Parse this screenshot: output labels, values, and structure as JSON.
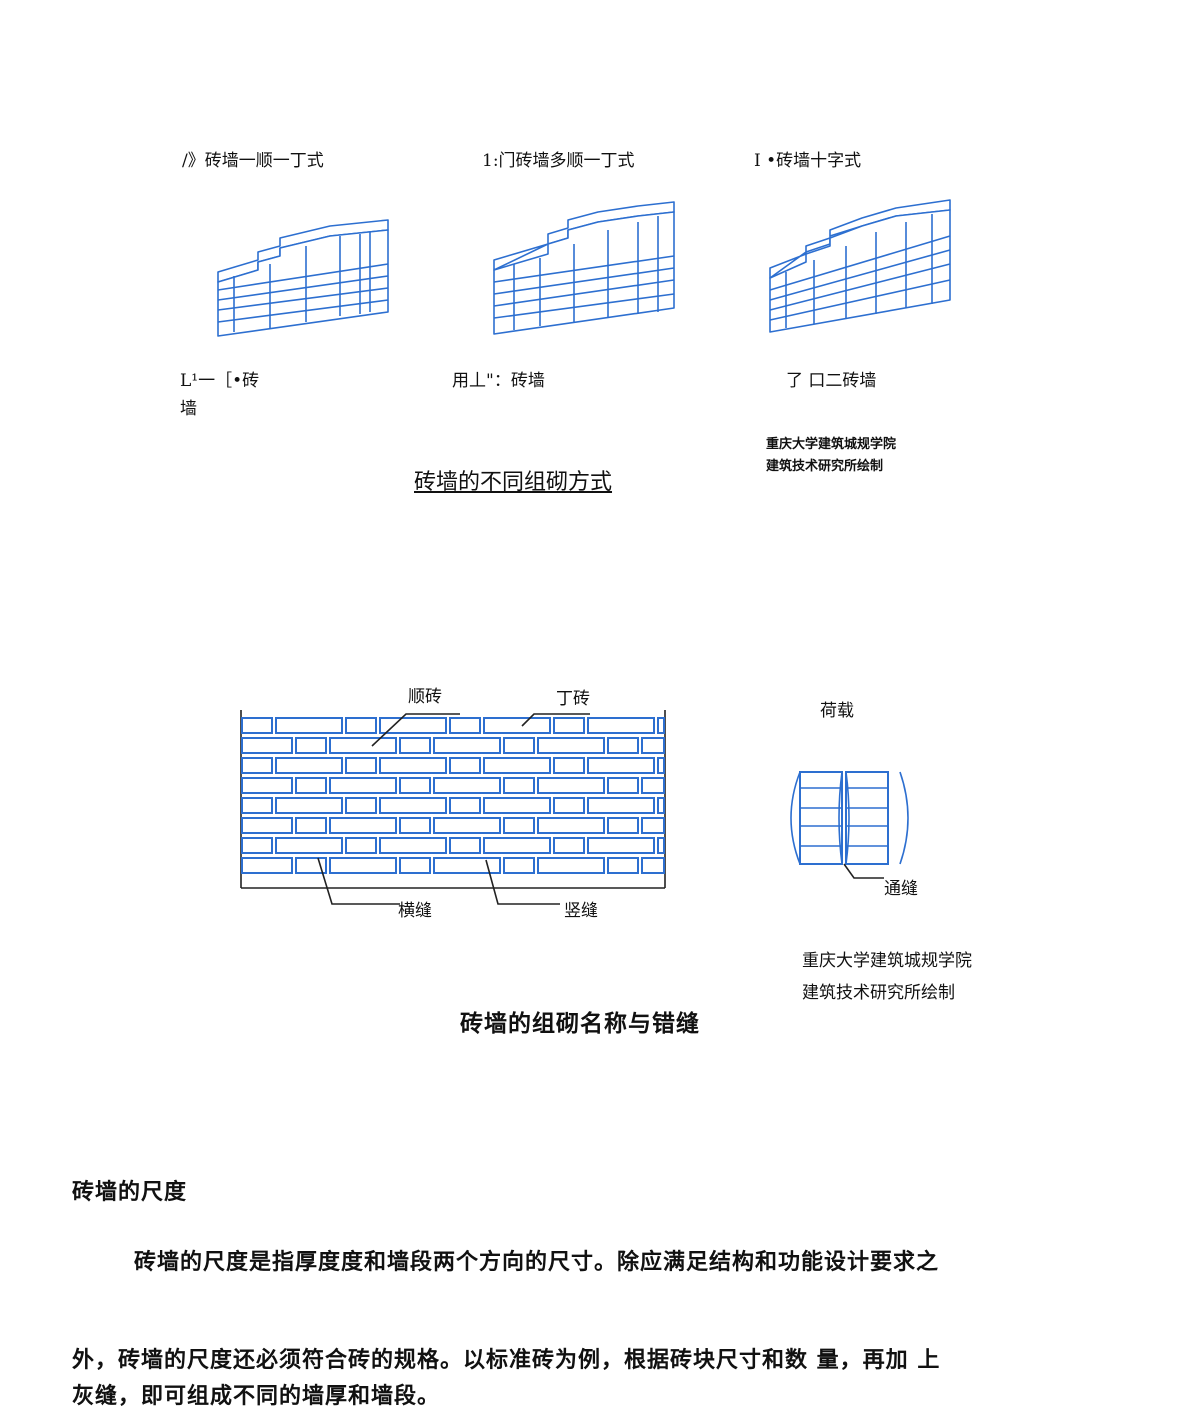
{
  "figure1": {
    "top_labels": [
      "/》砖墙一顺一丁式",
      "1:门砖墙多顺一丁式",
      "I •砖墙十字式"
    ],
    "bottom_labels": {
      "a_line1": "L¹一［•砖",
      "a_line2": "墙",
      "b": "用丄\"：砖墙",
      "c": "了 口二砖墙"
    },
    "credit_line1": "重庆大学建筑城规学院",
    "credit_line2": "建筑技术研究所绘制",
    "caption": "砖墙的不同组砌方式"
  },
  "figure2": {
    "label_stretcher": "顺砖",
    "label_header": "丁砖",
    "label_bed_joint": "横缝",
    "label_head_joint": "竖缝",
    "label_load": "荷载",
    "label_through_joint": "通缝",
    "credit_line1": "重庆大学建筑城规学院",
    "credit_line2": "建筑技术研究所绘制",
    "caption": "砖墙的组砌名称与错缝"
  },
  "section": {
    "heading": "砖墙的尺度",
    "para_line1": "砖墙的尺度是指厚度度和墙段两个方向的尺寸。除应满足结构和功能设计要求之",
    "para_line2": "外，砖墙的尺度还必须符合砖的规格。以标准砖为例，根据砖块尺寸和数 量，再加 上",
    "para_line3": "灰缝，即可组成不同的墙厚和墙段。"
  },
  "colors": {
    "brick_stroke": "#2d6fd0",
    "text": "#111111"
  },
  "icons": [
    "brick-wall-illustration"
  ]
}
